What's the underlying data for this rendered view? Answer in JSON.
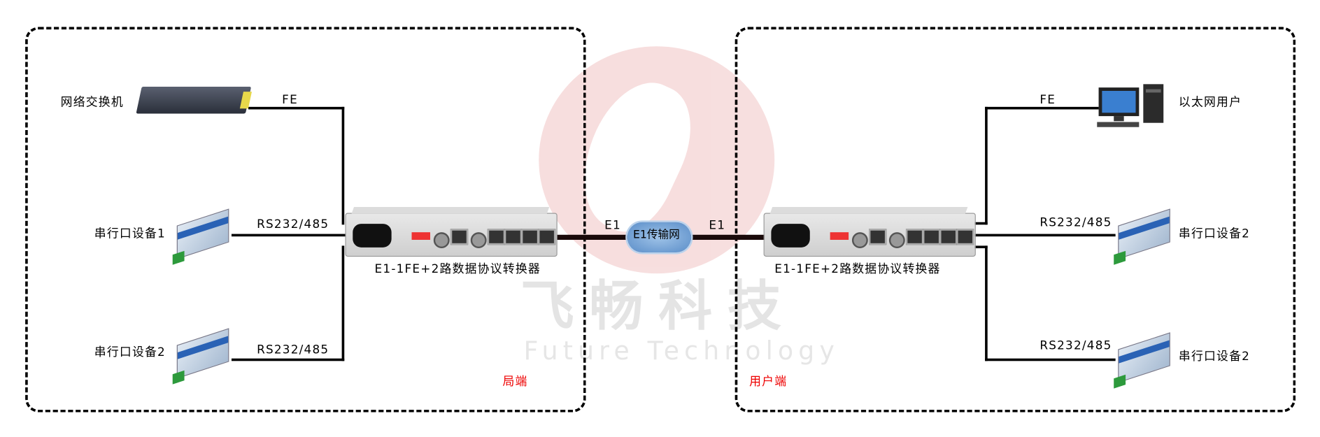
{
  "watermark": {
    "brand_cn": "飞畅科技",
    "brand_en": "Future Technology"
  },
  "left_site": {
    "label": "局端",
    "switch_label": "网络交换机",
    "fe_label": "FE",
    "serial1_label": "串行口设备1",
    "serial1_link": "RS232/485",
    "serial2_label": "串行口设备2",
    "serial2_link": "RS232/485",
    "device_label": "E1-1FE+2路数据协议转换器"
  },
  "network": {
    "e1_left": "E1",
    "e1_right": "E1",
    "cloud_label": "E1传输网"
  },
  "right_site": {
    "label": "用户端",
    "pc_label": "以太网用户",
    "fe_label": "FE",
    "serial1_label": "串行口设备2",
    "serial1_link": "RS232/485",
    "serial2_label": "串行口设备2",
    "serial2_link": "RS232/485",
    "device_label": "E1-1FE+2路数据协议转换器"
  },
  "colors": {
    "site_label": "#ee0000",
    "watermark_logo": "#f6d9d9",
    "cloud": "#5a8dc8"
  }
}
